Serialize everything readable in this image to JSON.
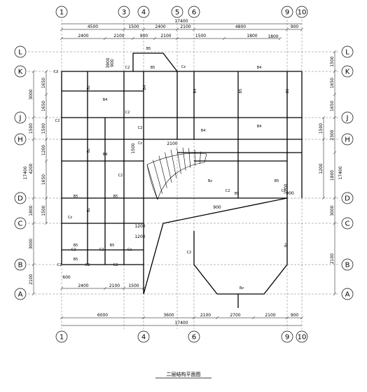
{
  "drawing_title": "二层结构平面图",
  "axes": {
    "columns_top": [
      "1",
      "3",
      "4",
      "5",
      "6",
      "9",
      "10"
    ],
    "columns_bottom": [
      "1",
      "4",
      "6",
      "9",
      "10"
    ],
    "rows_left": [
      "L",
      "K",
      "J",
      "H",
      "D",
      "C",
      "B",
      "A"
    ],
    "rows_right": [
      "L",
      "K",
      "J",
      "H",
      "D",
      "C",
      "B",
      "A"
    ]
  },
  "dimensions": {
    "top_total": "17400",
    "top_row1": [
      "4500",
      "1500",
      "2400",
      "2100",
      "4800",
      "900"
    ],
    "top_row2": [
      "2400",
      "2100",
      "900",
      "2100",
      "1500",
      "1800"
    ],
    "bottom_row1": [
      "2400",
      "2100",
      "1500"
    ],
    "bottom_row2": [
      "6000",
      "3600",
      "2100",
      "2700",
      "2100",
      "900"
    ],
    "bottom_total": "17400",
    "left_outer": [
      "3000",
      "1500",
      "4200",
      "1800",
      "3000",
      "2100"
    ],
    "left_total": "17400",
    "left_inner": [
      "1650",
      "1650",
      "1500",
      "1200",
      "1650",
      "1500"
    ],
    "right_outer": [
      "1500",
      "1650",
      "1650",
      "2300",
      "1800",
      "3000",
      "2100"
    ],
    "right_total": "17400",
    "right_inner": [
      "1500",
      "1200"
    ],
    "misc": [
      "900",
      "3900",
      "600",
      "1200",
      "1200",
      "2100",
      "900",
      "1800",
      "1500",
      "900",
      "1200"
    ]
  },
  "beam_labels": {
    "column_mark": "C2",
    "column_mark_alt": "Cz",
    "beams": [
      "B2",
      "B4",
      "B5",
      "Bz"
    ]
  }
}
